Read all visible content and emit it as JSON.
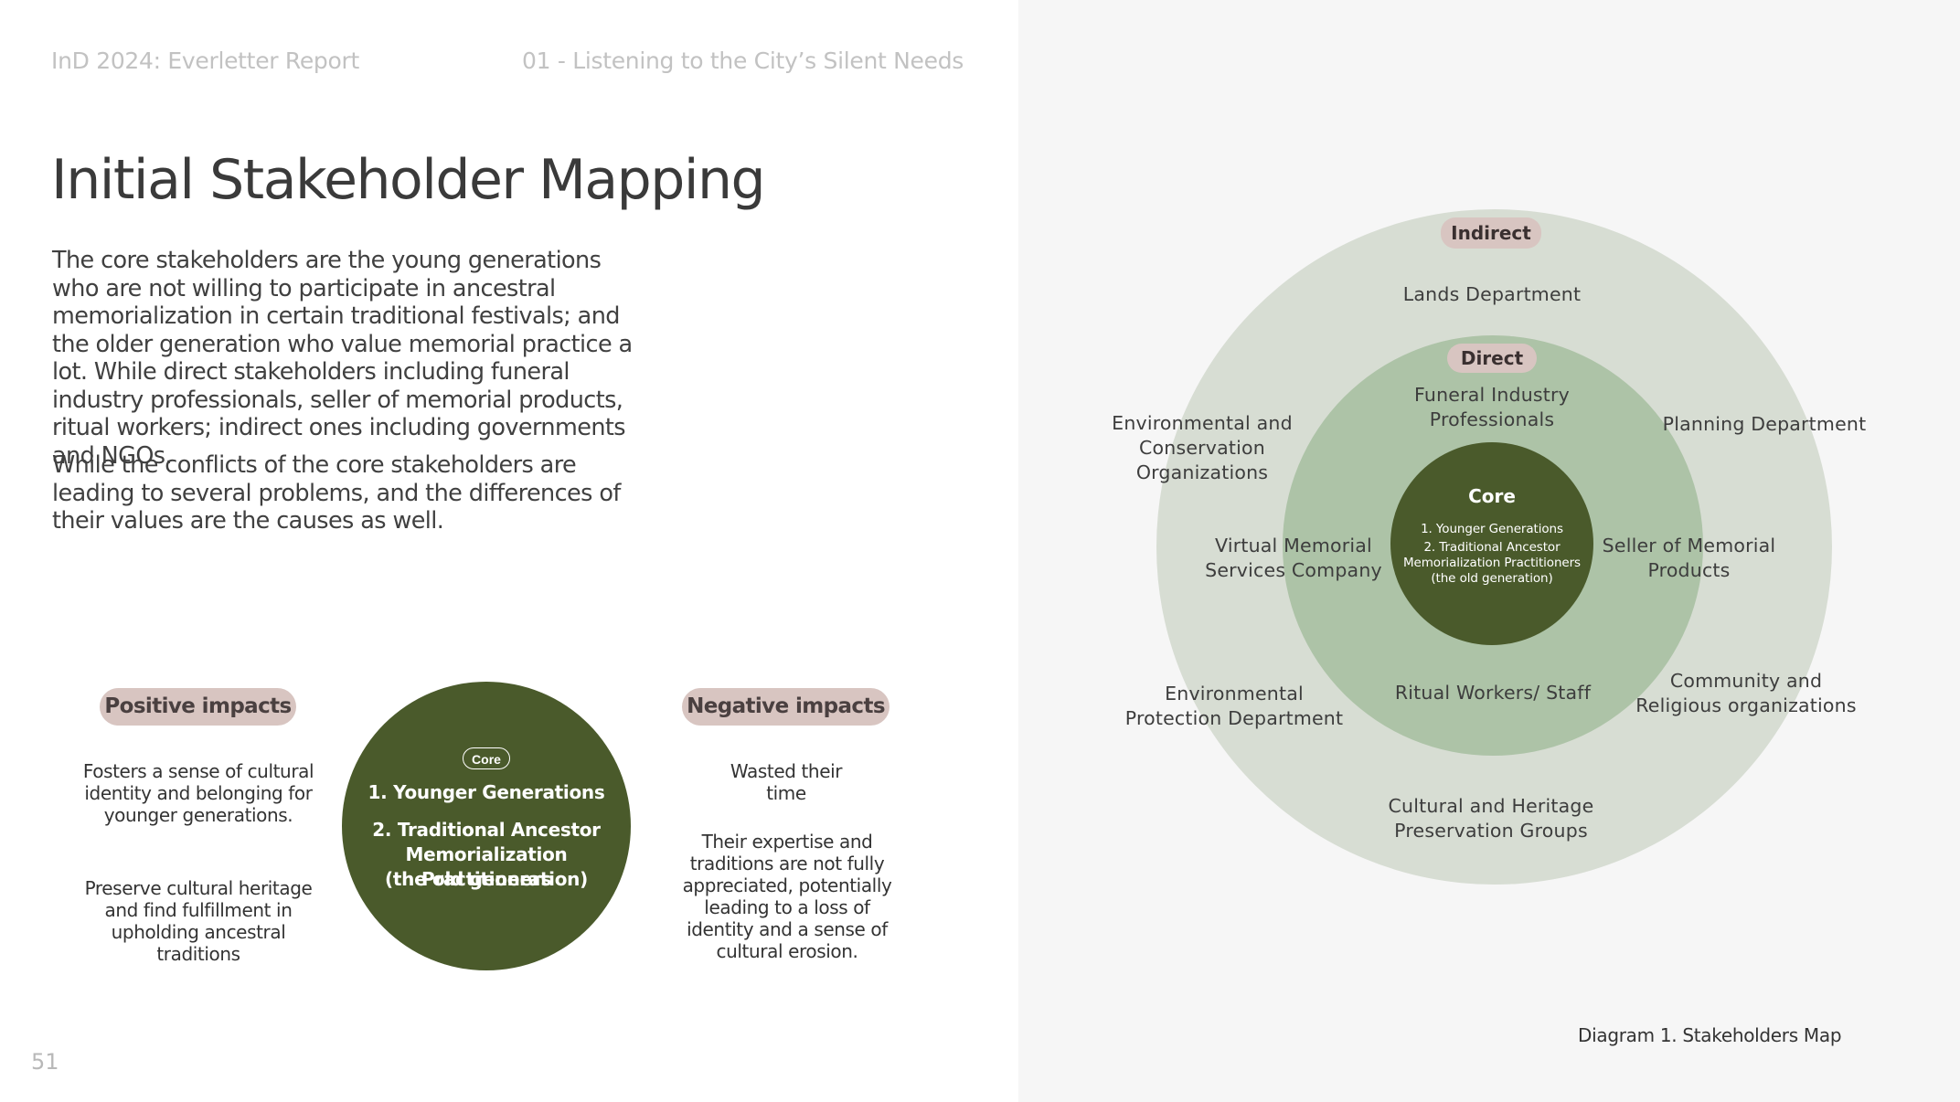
{
  "header": {
    "report_title": "InD 2024: Everletter Report",
    "section_title": "01 - Listening to the City’s Silent Needs"
  },
  "page": {
    "title": "Initial Stakeholder Mapping",
    "paragraph_1": "The core stakeholders are the young generations who are not willing to participate in ancestral memorialization in certain traditional festivals; and the older generation who value memorial practice a lot. While direct stakeholders including funeral industry professionals, seller of memorial products, ritual workers; indirect ones including governments and NGOs.",
    "paragraph_2": "While the conflicts of the core stakeholders are leading to several problems, and the differences of their values are the causes as well.",
    "page_number": "51"
  },
  "impacts": {
    "positive_label": "Positive impacts",
    "negative_label": "Negative impacts",
    "positive_items": [
      "Fosters a sense of cultural identity and belonging for younger generations.",
      "Preserve cultural heritage and find fulfillment in upholding ancestral traditions"
    ],
    "negative_items": [
      "Wasted their time",
      "Their expertise and traditions are not fully appreciated, potentially leading to a loss of identity and a sense of cultural erosion."
    ],
    "core": {
      "tag": "Core",
      "line_1": "1. Younger Generations",
      "line_2": "2. Traditional Ancestor",
      "line_3": "Memorialization Practitioners",
      "line_4": "(the old generation)"
    }
  },
  "diagram": {
    "caption": "Diagram 1. Stakeholders Map",
    "colors": {
      "indirect": "#d7ddd3",
      "direct": "#adc3a7",
      "core": "#4a5a2b",
      "pill": "#d8c5c1"
    },
    "indirect_label": "Indirect",
    "direct_label": "Direct",
    "core_label": "Core",
    "core_items": [
      "1. Younger Generations",
      "2. Traditional Ancestor",
      "Memorialization Practitioners",
      "(the old generation)"
    ],
    "direct_stakeholders": {
      "funeral": [
        "Funeral Industry",
        "Professionals"
      ],
      "virtual": [
        "Virtual Memorial",
        "Services Company"
      ],
      "seller": [
        "Seller of Memorial",
        "Products"
      ],
      "ritual": [
        "Ritual Workers/ Staff"
      ]
    },
    "indirect_stakeholders": {
      "lands": [
        "Lands Department"
      ],
      "env_conservation": [
        "Environmental and",
        "Conservation",
        "Organizations"
      ],
      "planning": [
        "Planning Department"
      ],
      "env_protection": [
        "Environmental",
        "Protection Department"
      ],
      "community": [
        "Community and",
        "Religious organizations"
      ],
      "heritage": [
        "Cultural and Heritage",
        "Preservation Groups"
      ]
    }
  }
}
